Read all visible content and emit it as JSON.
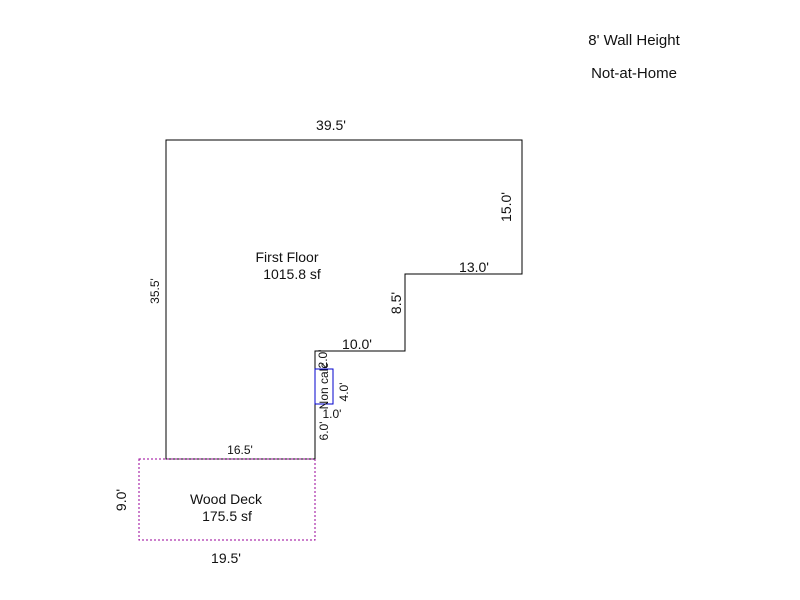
{
  "header": {
    "wall_height": "8' Wall Height",
    "status": "Not-at-Home"
  },
  "first_floor": {
    "name": "First Floor",
    "area": "1015.8 sf",
    "line_color": "#000000",
    "dims": {
      "top": "39.5'",
      "right_upper": "15.0'",
      "step_upper": "13.0'",
      "step_vertical": "8.5'",
      "step_lower": "10.0'",
      "left": "35.5'",
      "bottom": "16.5'",
      "notch_top": "2.0'",
      "notch_lower": "6.0'"
    }
  },
  "non_calc": {
    "label": "Non calc",
    "width": "1.0'",
    "height": "4.0'",
    "line_color": "#0000cc"
  },
  "wood_deck": {
    "name": "Wood Deck",
    "area": "175.5 sf",
    "line_color": "#990099",
    "dims": {
      "bottom": "19.5'",
      "left": "9.0'"
    }
  }
}
